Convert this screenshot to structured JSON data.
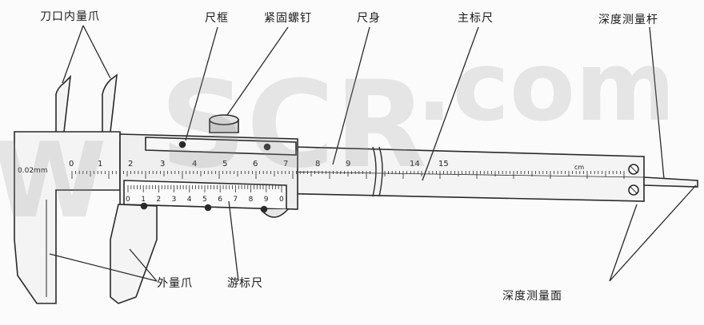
{
  "labels": {
    "inner_jaws": "刀口内量爪",
    "frame": "尺框",
    "lock_screw": "紧固螺钉",
    "beam": "尺身",
    "main_scale": "主标尺",
    "depth_rod": "深度测量杆",
    "outer_jaws": "外量爪",
    "vernier_scale": "游标尺",
    "depth_face": "深度测量面"
  },
  "scale": {
    "resolution_mark": "0.02mm",
    "unit": "cm",
    "main_numbers": [
      "0",
      "1",
      "2",
      "3",
      "4",
      "5",
      "6",
      "7",
      "8",
      "9",
      "14",
      "15"
    ],
    "vernier_numbers": [
      "0",
      "1",
      "2",
      "3",
      "4",
      "5",
      "6",
      "7",
      "8",
      "9",
      "0"
    ]
  },
  "watermark": {
    "left": "W",
    "mid": "SCR",
    "right": ".com"
  },
  "colors": {
    "line": "#2a2a2a",
    "body": "#f4f4f4",
    "watermark": "#9a9a9a"
  }
}
